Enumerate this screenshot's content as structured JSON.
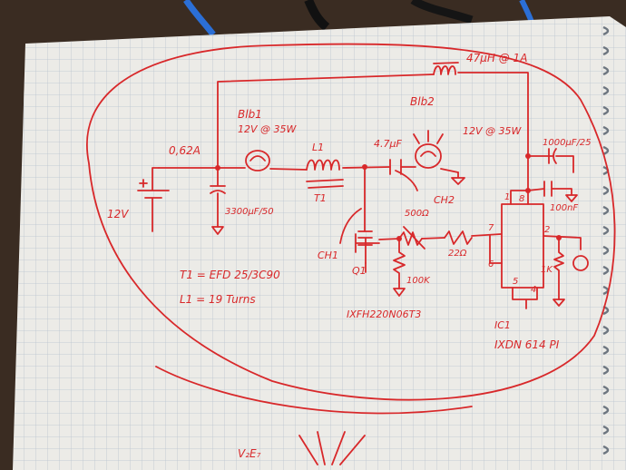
{
  "colors": {
    "ink": "#d8282a",
    "paper": "#ecebe7",
    "grid": "#b9c3cf",
    "desk": "#3a2c22",
    "cable": "#2b6fd6"
  },
  "labels": {
    "top_inductor": "47µH @ 1A",
    "bulb1_name": "Blb1",
    "bulb1_rating": "12V @ 35W",
    "bulb2_name": "Blb2",
    "bulb2_rating": "12V @ 35W",
    "current": "0,62A",
    "l1": "L1",
    "t1": "T1",
    "cap_47uf": "4.7µF",
    "cap_1000uf": "1000µF/25",
    "cap_100nf": "100nF",
    "voltage": "12V",
    "cap_3300uf": "3300µF/50",
    "cap_3300uf_rating": "/50",
    "ch1": "CH1",
    "ch2": "CH2",
    "q1": "Q1",
    "r_500": "500Ω",
    "r_22": "22Ω",
    "r_100k": "100K",
    "r_1k": "1K",
    "pin1": "1",
    "pin8": "8",
    "pin7": "7",
    "pin6": "6",
    "pin2": "2",
    "pin5": "5",
    "pin4": "4",
    "note_t1": "T1 = EFD 25/3C90",
    "note_l1": "L1 = 19 Turns",
    "part_q1": "IXFH220N06T3",
    "ic_name": "IC1",
    "ic_part": "IXDN 614 PI",
    "bottom_text": "V₂E₇"
  }
}
